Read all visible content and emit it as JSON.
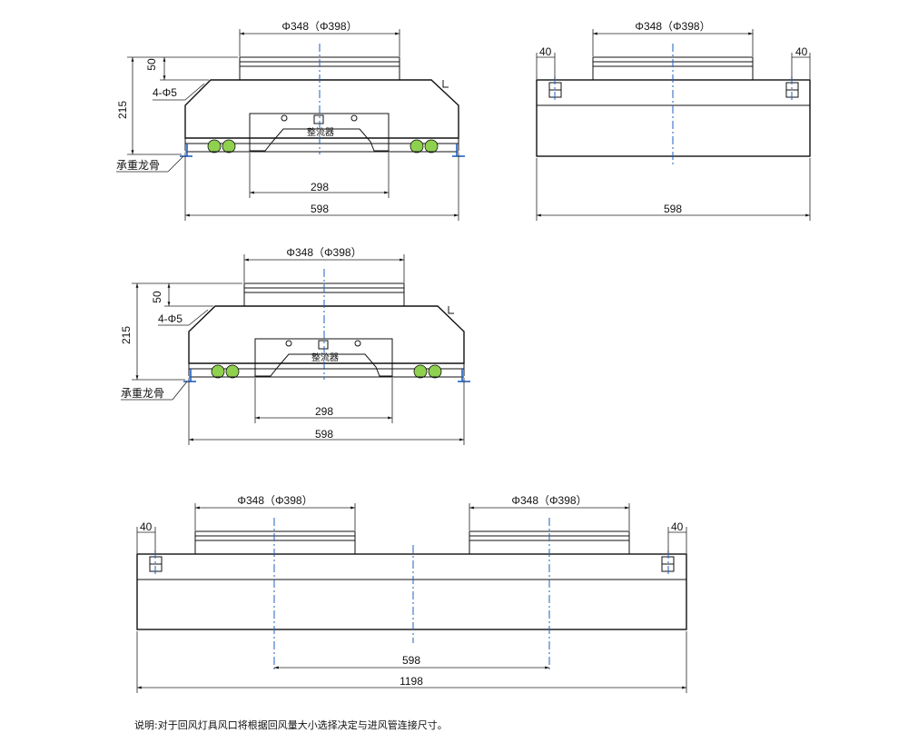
{
  "views": {
    "side_view_a": {
      "outlet_dim": "Φ348（Φ398）",
      "height_50": "50",
      "height_215": "215",
      "holes": "4-Φ5",
      "rectifier": "整流器",
      "support": "承重龙骨",
      "inner_width": "298",
      "total_width": "598"
    },
    "front_view": {
      "outlet_dim": "Φ348（Φ398）",
      "left_offset": "40",
      "right_offset": "40",
      "total_width": "598"
    },
    "side_view_b": {
      "outlet_dim": "Φ348（Φ398）",
      "height_50": "50",
      "height_215": "215",
      "holes": "4-Φ5",
      "rectifier": "整流器",
      "support": "承重龙骨",
      "inner_width": "298",
      "total_width": "598"
    },
    "double_view": {
      "outlet_dim_left": "Φ348（Φ398）",
      "outlet_dim_right": "Φ348（Φ398）",
      "left_offset": "40",
      "right_offset": "40",
      "center_distance": "598",
      "total_width": "1198"
    }
  },
  "note": "说明:对于回风灯具风口将根据回风量大小选择决定与进风管连接尺寸。",
  "colors": {
    "line": "#111111",
    "centerline": "#1f5fbf",
    "lamp_green": "#8fd14f"
  }
}
